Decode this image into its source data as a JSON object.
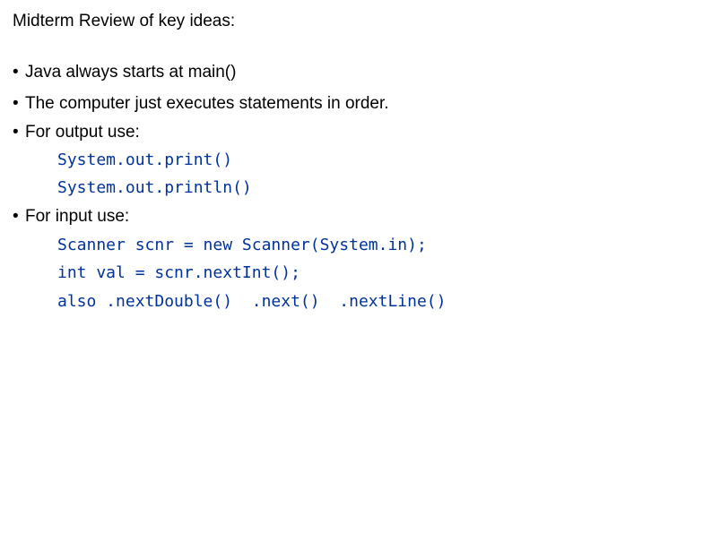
{
  "title": "Midterm Review of key ideas:",
  "bullets": [
    "Java always starts at main()",
    "The computer just executes statements in order.",
    "For output use:",
    "For input use:"
  ],
  "bullet_glyph": "•",
  "output_code": [
    "System.out.print()",
    "System.out.println()"
  ],
  "input_code": [
    "Scanner scnr = new Scanner(System.in);",
    "int val = scnr.nextInt();",
    "also .nextDouble()  .next()  .nextLine()"
  ],
  "colors": {
    "text": "#000000",
    "code": "#003399",
    "background": "#ffffff"
  }
}
